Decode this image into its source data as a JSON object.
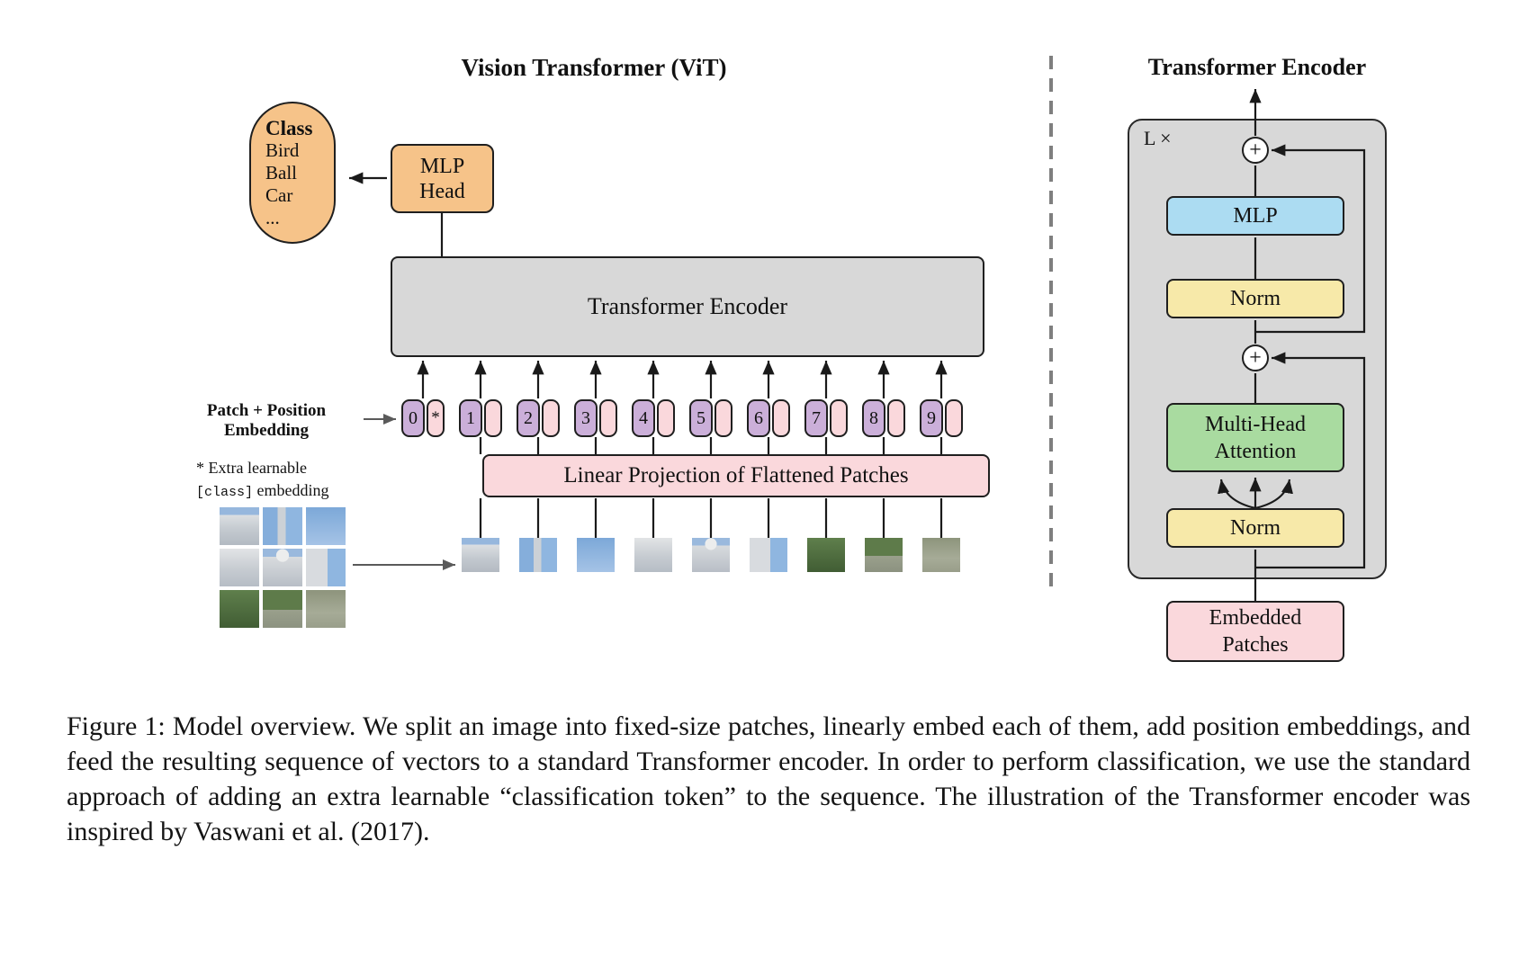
{
  "colors": {
    "orange": "#F6C389",
    "purple": "#CBAFD9",
    "pink": "#FAD8DC",
    "graybox": "#D8D8D8",
    "yellow": "#F7E9A9",
    "green": "#A9DBA0",
    "blue": "#ACDCF2",
    "arrow": "#1a1a1a",
    "arrow_gray": "#5a5a5a"
  },
  "vit": {
    "title": "Vision Transformer (ViT)",
    "class_head": {
      "title": "Class",
      "items": [
        "Bird",
        "Ball",
        "Car",
        "..."
      ]
    },
    "mlp_head": {
      "line1": "MLP",
      "line2": "Head"
    },
    "encoder_label": "Transformer Encoder",
    "patch_position_label": {
      "line1": "Patch + Position",
      "line2": "Embedding"
    },
    "extra_note": {
      "line1": "* Extra learnable",
      "code": "[class]",
      "rest": " embedding"
    },
    "linear_projection_label": "Linear Projection of Flattened Patches",
    "tokens": [
      {
        "num": "0",
        "star": "*"
      },
      {
        "num": "1",
        "star": ""
      },
      {
        "num": "2",
        "star": ""
      },
      {
        "num": "3",
        "star": ""
      },
      {
        "num": "4",
        "star": ""
      },
      {
        "num": "5",
        "star": ""
      },
      {
        "num": "6",
        "star": ""
      },
      {
        "num": "7",
        "star": ""
      },
      {
        "num": "8",
        "star": ""
      },
      {
        "num": "9",
        "star": ""
      }
    ]
  },
  "encoder_panel": {
    "title": "Transformer Encoder",
    "repeat_label": "L ×",
    "plus": "+",
    "mlp": "MLP",
    "norm_top": "Norm",
    "attention": {
      "line1": "Multi-Head",
      "line2": "Attention"
    },
    "norm_bottom": "Norm",
    "embedded": {
      "line1": "Embedded",
      "line2": "Patches"
    }
  },
  "caption": {
    "text": "Figure 1: Model overview. We split an image into fixed-size patches, linearly embed each of them, add position embeddings, and feed the resulting sequence of vectors to a standard Transformer encoder. In order to perform classification, we use the standard approach of adding an extra learnable “classification token” to the sequence. The illustration of the Transformer encoder was inspired by Vaswani et al. (2017)."
  }
}
